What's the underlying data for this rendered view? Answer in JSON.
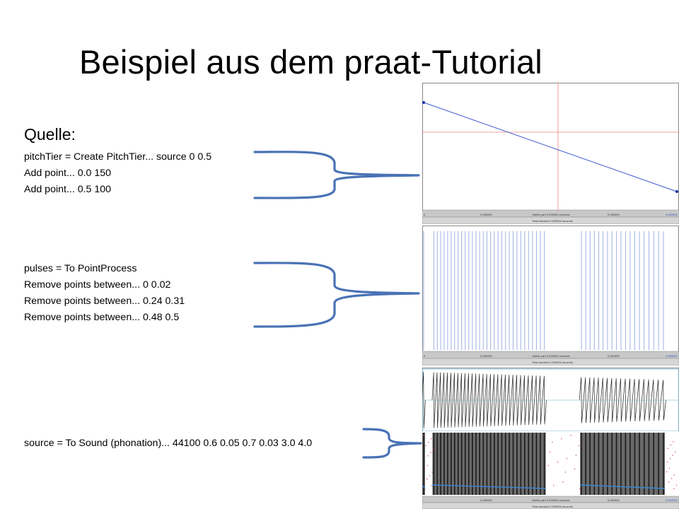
{
  "slide": {
    "title": "Beispiel aus dem praat-Tutorial",
    "source_heading": "Quelle:"
  },
  "script": {
    "pitchtier": [
      "pitchTier = Create PitchTier... source 0 0.5",
      "Add point... 0.0 150",
      "Add point... 0.5 100"
    ],
    "pulses": [
      "pulses = To PointProcess",
      "Remove points between... 0 0.02",
      "Remove points between... 0.24 0.31",
      "Remove points between... 0.48 0.5"
    ],
    "sound": [
      "source = To Sound (phonation)... 44100 0.6 0.05 0.7 0.03 3.0 4.0"
    ]
  },
  "praat": {
    "tick_left": "0",
    "tick_mid_left": "0.250000",
    "tick_mid_right": "0.250000",
    "tick_right": "0.500000",
    "visible_part": "Visible part 0.500000 seconds",
    "total_duration": "Total duration 0.500000 seconds",
    "duration": 0.5,
    "pitch_points": [
      {
        "t": 0.0,
        "f": 150
      },
      {
        "t": 0.5,
        "f": 100
      }
    ],
    "removed_intervals": [
      [
        0,
        0.02
      ],
      [
        0.24,
        0.31
      ],
      [
        0.48,
        0.5
      ]
    ],
    "colors": {
      "pitch_line": "#5b72d6",
      "grid": "#f08080",
      "pulse": "#9fb0e4",
      "arrow": "#4a72b5",
      "bar": "#c8c8c8"
    }
  }
}
